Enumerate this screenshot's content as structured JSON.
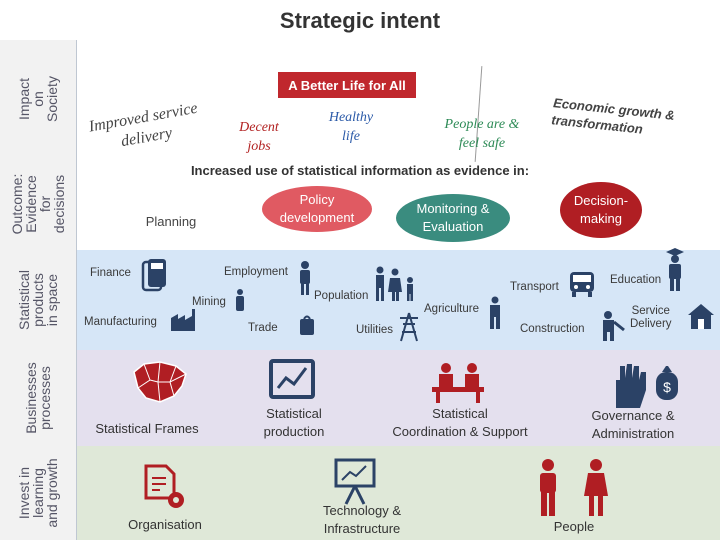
{
  "title": "Strategic intent",
  "bands": {
    "impact": "Impact\non\nSociety",
    "outcome": "Outcome:\nEvidence for\ndecisions",
    "products": "Statistical\nproducts\nin space",
    "businesses": "Businesses\nprocesses",
    "invest": "Invest in\nlearning\nand growth"
  },
  "impact_row": {
    "banner": "A Better Life for All",
    "improved": "Improved service delivery",
    "decent": "Decent\njobs",
    "healthy": "Healthy\nlife",
    "people_safe": "People are &\nfeel safe",
    "economic": "Economic growth &\ntransformation"
  },
  "outcome_row": {
    "heading": "Increased use of statistical information as evidence in:",
    "planning": "Planning",
    "policy": "Policy\ndevelopment",
    "monitoring": "Monitoring &\nEvaluation",
    "decision": "Decision-\nmaking"
  },
  "products_row": {
    "finance": "Finance",
    "employment": "Employment",
    "mining": "Mining",
    "population": "Population",
    "transport": "Transport",
    "education": "Education",
    "manufacturing": "Manufacturing",
    "trade": "Trade",
    "utilities": "Utilities",
    "agriculture": "Agriculture",
    "construction": "Construction",
    "service_delivery": "Service\nDelivery"
  },
  "business_row": {
    "frames": "Statistical Frames",
    "production": "Statistical\nproduction",
    "coordination": "Statistical\nCoordination & Support",
    "governance": "Governance &\nAdministration"
  },
  "invest_row": {
    "organisation": "Organisation",
    "technology": "Technology &\nInfrastructure",
    "people": "People"
  },
  "colors": {
    "impact_band": "#ffffff",
    "outcome_band": "#ffffff",
    "products_band": "#d6e6f7",
    "business_band": "#e4e0ee",
    "invest_band": "#dfe8d8",
    "banner": "#c0272d",
    "decision_blob": "#b01e23",
    "policy_blob": "#e05a62",
    "monitoring_blob": "#3a8c7f",
    "icon": "#2b4266",
    "accent_red": "#b22222"
  }
}
